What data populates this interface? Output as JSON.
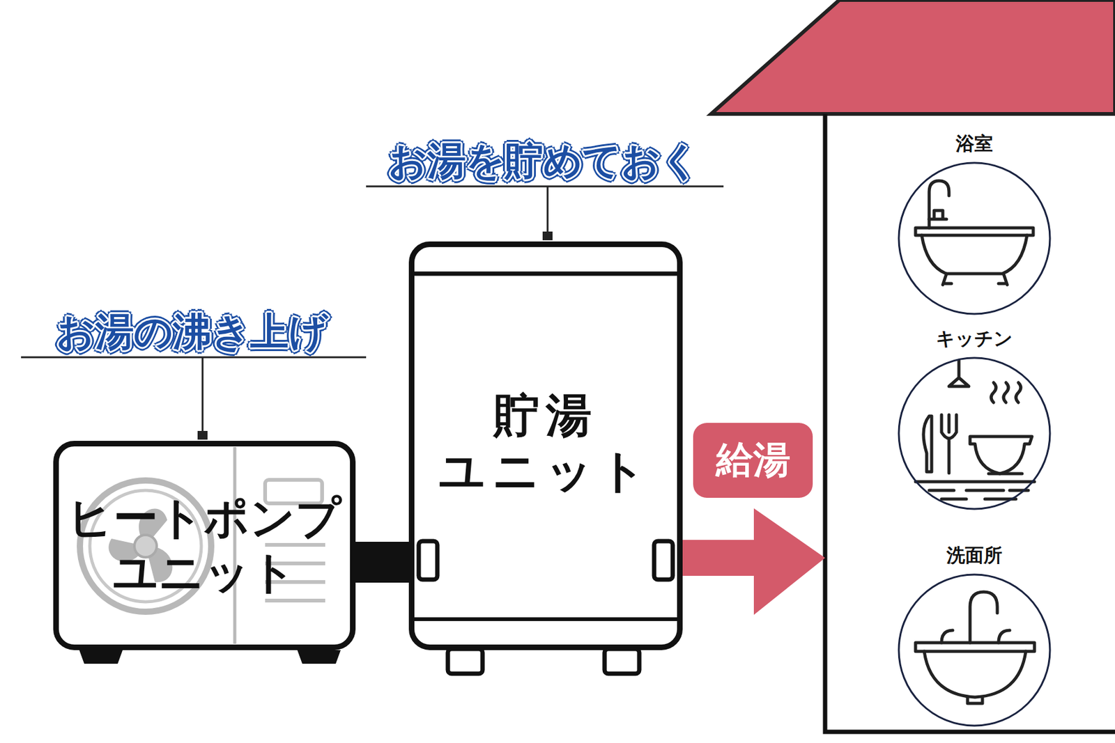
{
  "diagram": {
    "nodes": [
      {
        "text": [
          "ヒートポンプ ユニット"
        ]
      },
      {
        "text": [
          "貯湯 ユニット"
        ]
      },
      {
        "text": [
          "給湯"
        ]
      },
      {
        "text": [
          "浴室"
        ]
      },
      {
        "text": [
          "キッチン"
        ]
      },
      {
        "text": [
          "洗面所"
        ]
      }
    ],
    "edges": [
      {
        "from": 0,
        "to": 1,
        "arrow": "none"
      }
    ],
    "labels": [
      "お湯の沸き上げ",
      "お湯を貯めておく"
    ]
  }
}
